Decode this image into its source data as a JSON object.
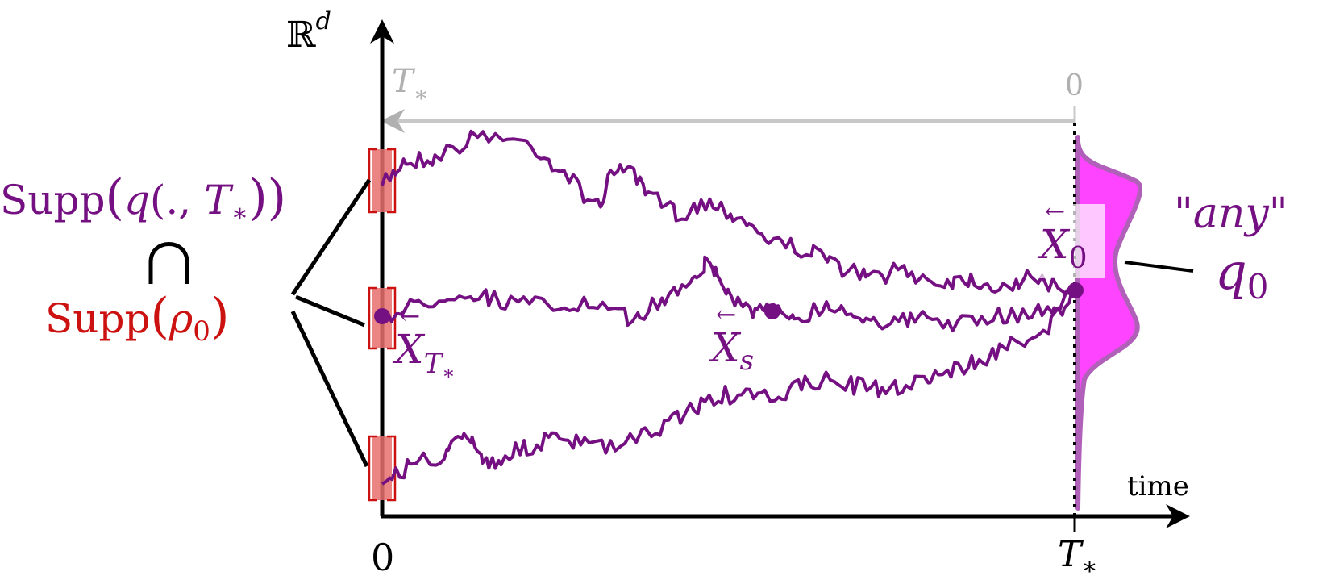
{
  "colors": {
    "purple": "#741081",
    "red": "#cc1111",
    "pink": "#ff44ff",
    "pink_edge": "#b060b8",
    "gray": "#b0b0b0",
    "black": "#000000",
    "segment_fill": "#e8706f",
    "segment_edge": "#cc1111"
  },
  "axes": {
    "y_label_base": "ℝ",
    "y_label_sup": "d",
    "x_label": "time",
    "x_origin_tick": "0",
    "x_end_base": "T",
    "x_end_sub": "∗"
  },
  "reverse_time": {
    "start_base": "T",
    "start_sub": "∗",
    "end_label": "0"
  },
  "labels": {
    "supp_q_prefix": "Supp",
    "supp_q_inner_q": "q",
    "supp_q_inner_args": "(., ",
    "supp_q_inner_T": "T",
    "supp_q_inner_sub": "∗",
    "intersection_symbol": "⋂",
    "supp_rho_prefix": "Supp",
    "supp_rho_inner": "ρ",
    "supp_rho_sub": "0",
    "x_T_base": "X",
    "x_T_sub_T": "T",
    "x_T_sub_star": "∗",
    "x_s_base": "X",
    "x_s_sub": "s",
    "x_0_base": "X",
    "x_0_sub": "0",
    "any_label": "\"any\"",
    "q0_base": "q",
    "q0_sub": "0",
    "arrow_glyph": "←"
  }
}
